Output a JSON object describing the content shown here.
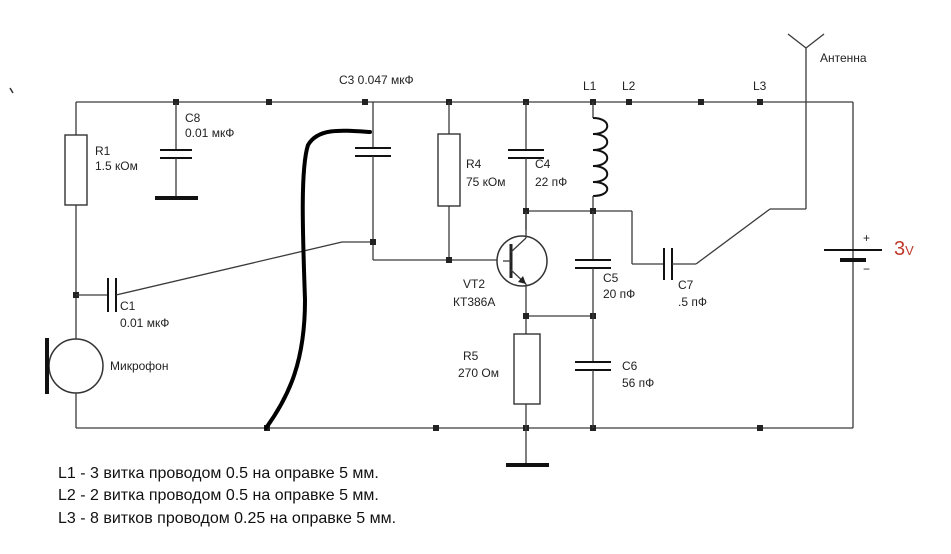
{
  "components": {
    "r1": {
      "name": "R1",
      "value": "1.5 кОм"
    },
    "c8": {
      "name": "C8",
      "value": "0.01 мкФ"
    },
    "c3": {
      "label": "C3 0.047 мкФ"
    },
    "r4": {
      "name": "R4",
      "value": "75 кОм"
    },
    "c4": {
      "name": "C4",
      "value": "22 пФ"
    },
    "l1": {
      "name": "L1"
    },
    "l2": {
      "name": "L2"
    },
    "l3": {
      "name": "L3"
    },
    "antenna": {
      "name": "Антенна"
    },
    "battery": {
      "plus": "+",
      "minus": "−",
      "voltage_num": "3",
      "voltage_unit": "V",
      "voltage_color": "#c0392b"
    },
    "c1": {
      "name": "C1",
      "value": "0.01 мкФ"
    },
    "vt2": {
      "name": "VT2",
      "part": "КТ386А"
    },
    "c5": {
      "name": "C5",
      "value": "20 пФ"
    },
    "c7": {
      "name": "C7",
      "value": ".5   пФ"
    },
    "r5": {
      "name": "R5",
      "value": "270 Ом"
    },
    "c6": {
      "name": "C6",
      "value": "56 пФ"
    },
    "mic": {
      "name": "Микрофон"
    }
  },
  "notes": [
    "L1 - 3 витка проводом 0.5 на оправке 5 мм.",
    "L2 - 2 витка проводом 0.5 на оправке 5 мм.",
    "L3 - 8 витков проводом 0.25 на оправке 5 мм."
  ]
}
